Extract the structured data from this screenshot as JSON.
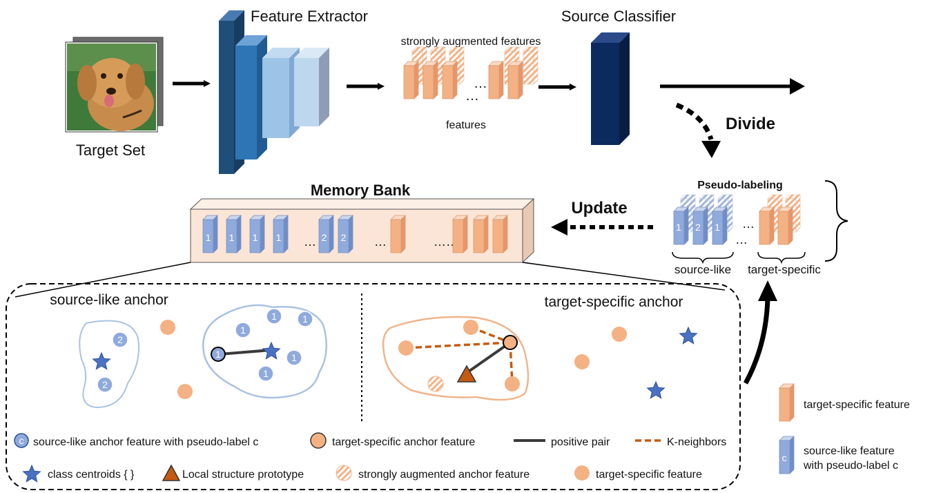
{
  "labels": {
    "target_set": "Target Set",
    "feature_extractor": "Feature Extractor",
    "strong_aug": "strongly augmented features",
    "features": "features",
    "source_classifier": "Source Classifier",
    "divide": "Divide",
    "pseudo_labeling": "Pseudo-labeling",
    "memory_bank": "Memory Bank",
    "update": "Update",
    "source_like": "source-like",
    "target_specific": "target-specific",
    "source_like_anchor": "source-like anchor",
    "target_specific_anchor": "target-specific anchor"
  },
  "memory_bank": {
    "slots": [
      "1",
      "1",
      "1",
      "1",
      "…",
      "2",
      "2",
      "…",
      "",
      "……",
      "",
      "",
      ""
    ]
  },
  "pseudo": {
    "source_like_labels": [
      "1",
      "2",
      "1"
    ],
    "ellipsis": "…"
  },
  "ellipsis": "…",
  "cluster_labels": {
    "left": [
      "2",
      "2"
    ],
    "right": [
      "1",
      "1",
      "1",
      "1",
      "1",
      "1"
    ]
  },
  "legend": {
    "source_anchor": "source-like anchor feature with pseudo-label c",
    "source_anchor_symbol": "c",
    "target_anchor": "target-specific anchor feature",
    "positive_pair": "positive pair",
    "k_neighbors": "K-neighbors",
    "class_centroids": "class centroids {  }",
    "local_prototype": "Local structure prototype",
    "strong_anchor": "strongly augmented anchor feature",
    "target_feature": "target-specific feature"
  },
  "side_legend": {
    "target_feature": "target-specific feature",
    "source_feature_line1": "source-like feature",
    "source_feature_line2": "with pseudo-label c",
    "source_feature_symbol": "c"
  },
  "colors": {
    "blue_dark": "#1f4e79",
    "blue_mid": "#2e75b6",
    "blue_light": "#9dc3e6",
    "blue_pale": "#bdd7ee",
    "navy": "#0b2a5e",
    "feature_blue": "#8faadc",
    "orange": "#f4b183",
    "orange_dark": "#c55a11",
    "memory_bg": "#fbe5d6"
  }
}
